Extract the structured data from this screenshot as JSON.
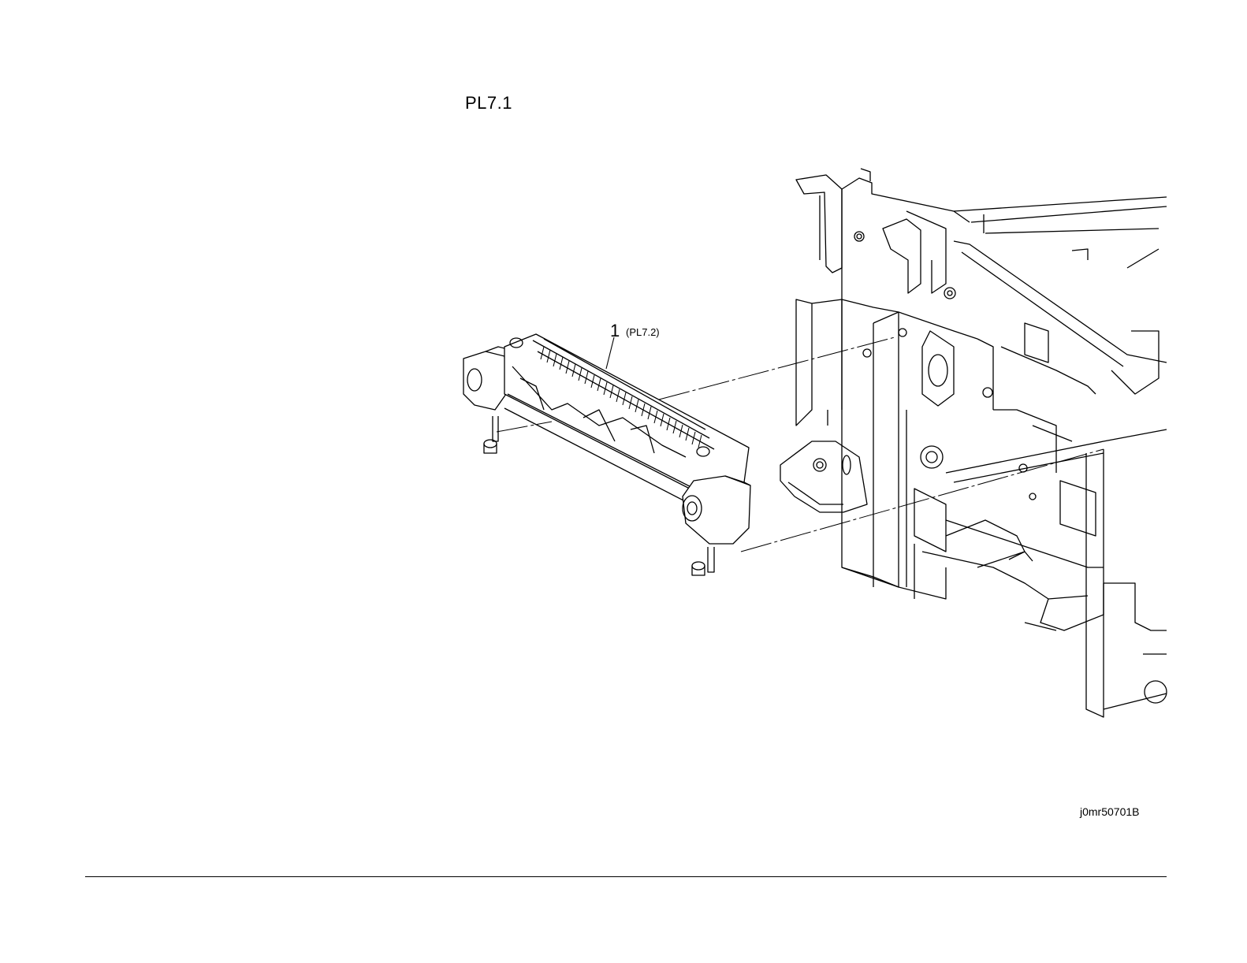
{
  "page": {
    "title": "PL7.1",
    "figure_id": "j0mr50701B"
  },
  "callouts": [
    {
      "number": "1",
      "reference": "(PL7.2)"
    }
  ]
}
